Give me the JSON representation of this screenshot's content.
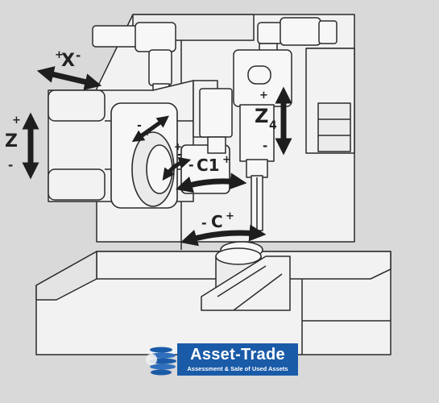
{
  "axes": {
    "x": {
      "name": "X",
      "minus": "-",
      "plus": "+"
    },
    "z": {
      "name": "Z",
      "minus": "-",
      "plus": "+"
    },
    "z4": {
      "name": "Z",
      "subscript": "4",
      "minus": "-",
      "plus": "+"
    },
    "c1": {
      "name": "C1",
      "minus": "-",
      "plus": "+"
    },
    "c": {
      "name": "C",
      "minus": "-",
      "plus": "+"
    },
    "a": {
      "minus": "-",
      "plus": "+"
    },
    "b": {
      "minus": "-",
      "plus": "+"
    }
  },
  "watermark": {
    "name": "Asset-Trade",
    "tagline": "Assessment & Sale of Used Assets"
  },
  "colors": {
    "background": "#d9d9d9",
    "machine_fill": "#f2f2f2",
    "outline": "#2b2b2b",
    "arrow": "#1e1e1e",
    "logo_blue": "#1a5ba8"
  }
}
